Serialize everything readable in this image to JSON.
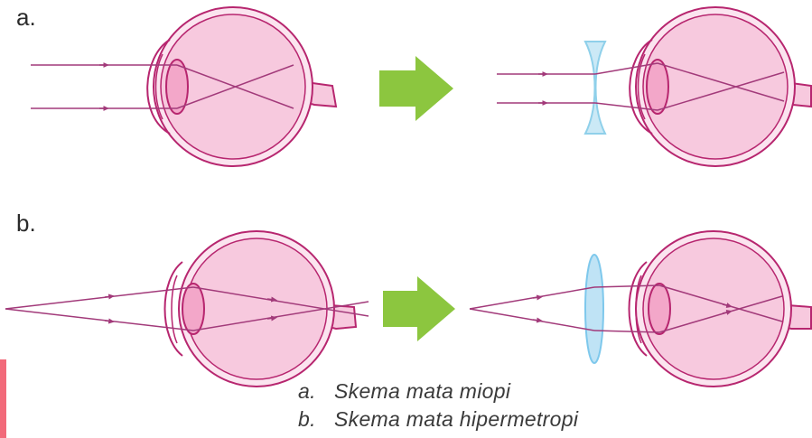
{
  "panels": {
    "a": {
      "label": "a."
    },
    "b": {
      "label": "b."
    }
  },
  "captions": [
    {
      "letter": "a.",
      "text": "Skema mata miopi"
    },
    {
      "letter": "b.",
      "text": "Skema mata hipermetropi"
    }
  ],
  "colors": {
    "eye_fill": "#f7c9de",
    "eye_outline": "#b7266f",
    "ray": "#a23a7a",
    "arrow": "#8cc63f",
    "concave_lens": "#8fd0ea",
    "convex_lens": "#7ec8ec",
    "edge_mark": "#f26a7a"
  }
}
